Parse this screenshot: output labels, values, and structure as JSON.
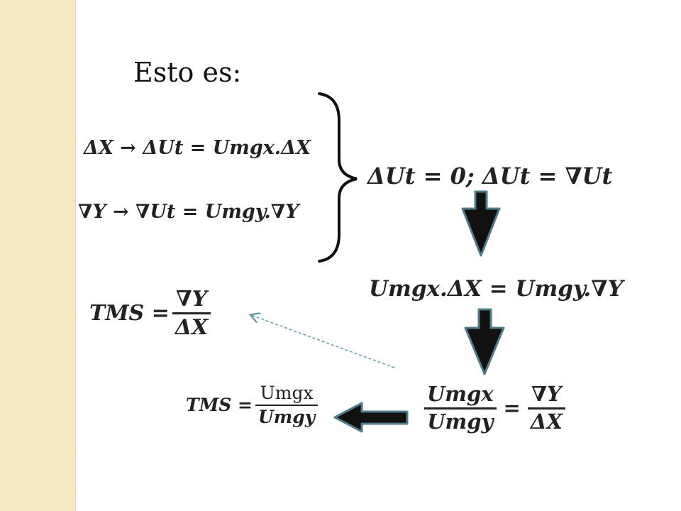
{
  "title": "Esto es:",
  "equations": {
    "eq1": "ΔX → ΔUt = Umgx.ΔX",
    "eq2": "∇Y → ∇Ut = Umgy.∇Y",
    "eq3": "ΔUt = 0;  ΔUt = ∇Ut",
    "eq4": "Umgx.ΔX = Umgy.∇Y",
    "tms1": {
      "lhs": "TMS =",
      "num": "∇Y",
      "den": "ΔX"
    },
    "tms2": {
      "lhs": "TMS =",
      "num": "Umgx",
      "den": "Umgy"
    },
    "eq5": {
      "num1": "Umgx",
      "den1": "Umgy",
      "op": "=",
      "num2": "∇Y",
      "den2": "ΔX"
    }
  },
  "colors": {
    "arrow_fill": "#111111",
    "arrow_outline": "#4f7c8a",
    "dashed_arrow": "#5b9aa8",
    "side_strip": "#f3e2b3"
  }
}
